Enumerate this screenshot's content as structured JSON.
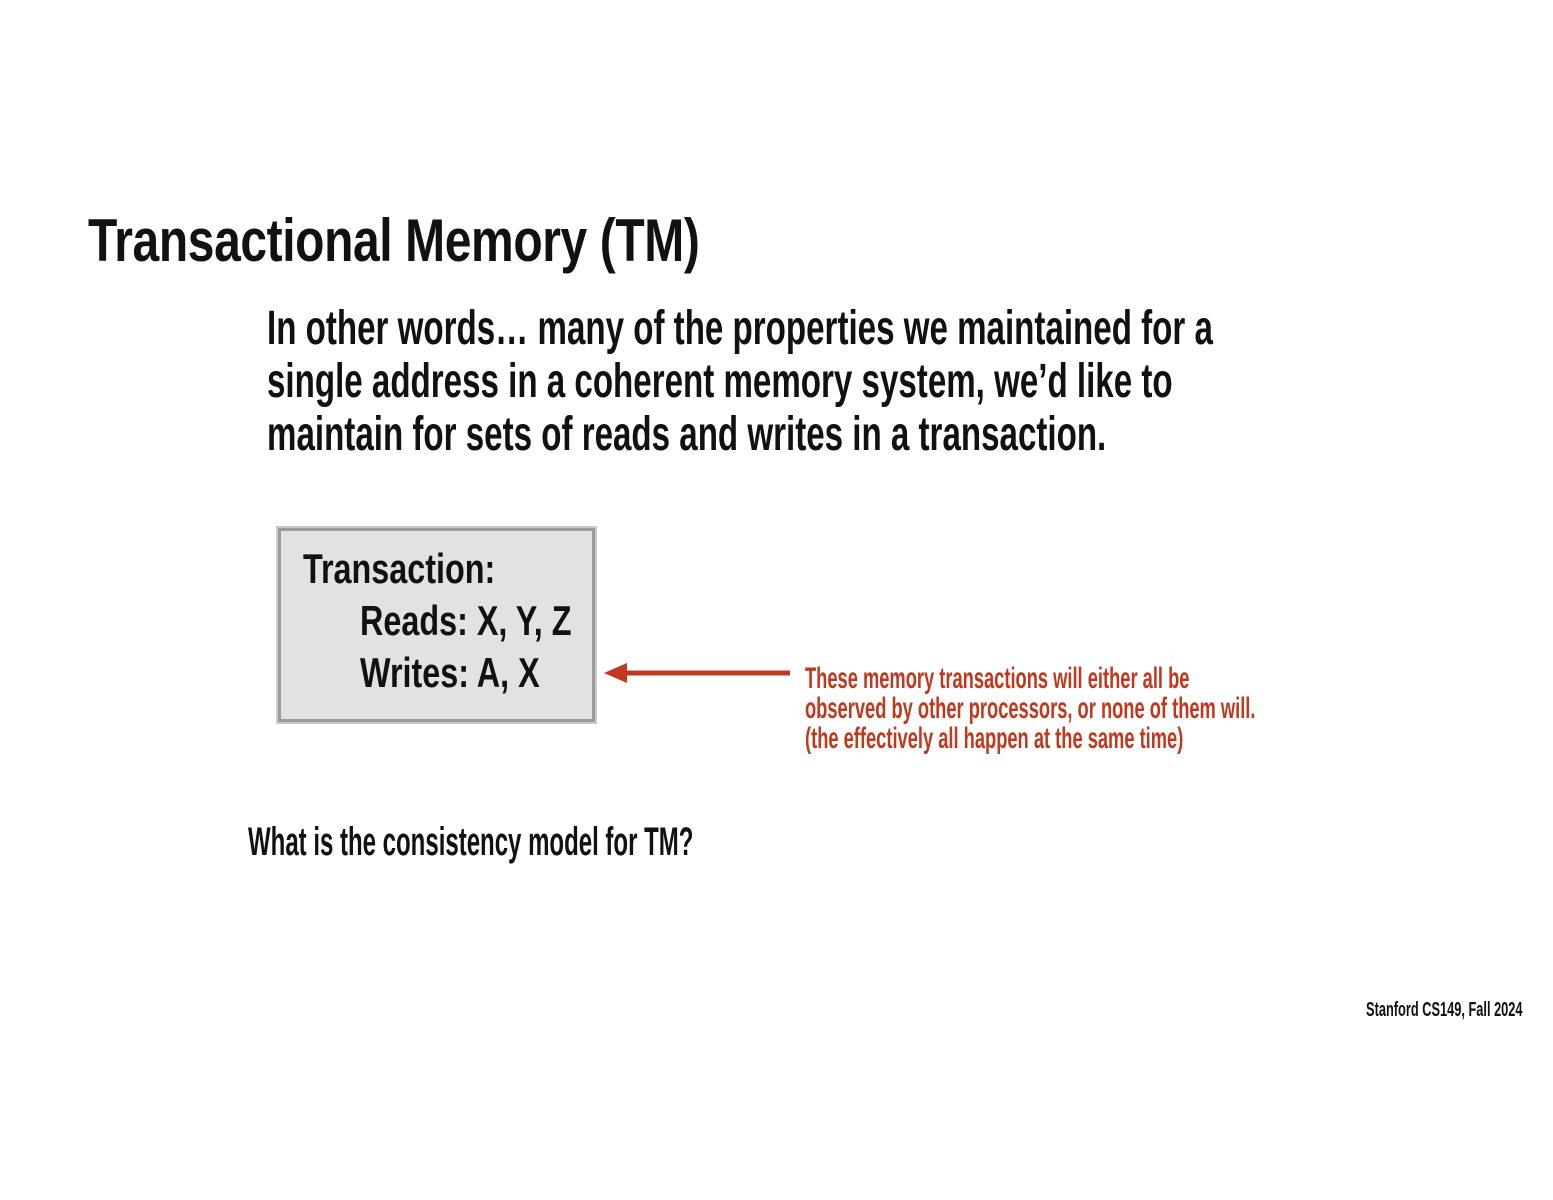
{
  "slide": {
    "title": "Transactional Memory (TM)",
    "body_lines": [
      "In other words… many of the properties we maintained for a",
      "single address in a coherent memory system, we’d like to",
      "maintain for sets of reads and writes in a transaction."
    ],
    "transaction_box": {
      "heading": "Transaction:",
      "reads_line": "Reads: X, Y, Z",
      "writes_line": "Writes: A, X"
    },
    "annotation": {
      "lines": [
        "These memory transactions will either all be",
        "observed by other processors, or none of them will.",
        "(the effectively all happen at the same time)"
      ]
    },
    "question": "What is the consistency model for TM?",
    "footer": "Stanford CS149, Fall 2024",
    "colors": {
      "text": "#111111",
      "accent_red": "#c0391e",
      "box_fill": "#e2e2e2",
      "box_border": "#9b9b9b"
    }
  }
}
